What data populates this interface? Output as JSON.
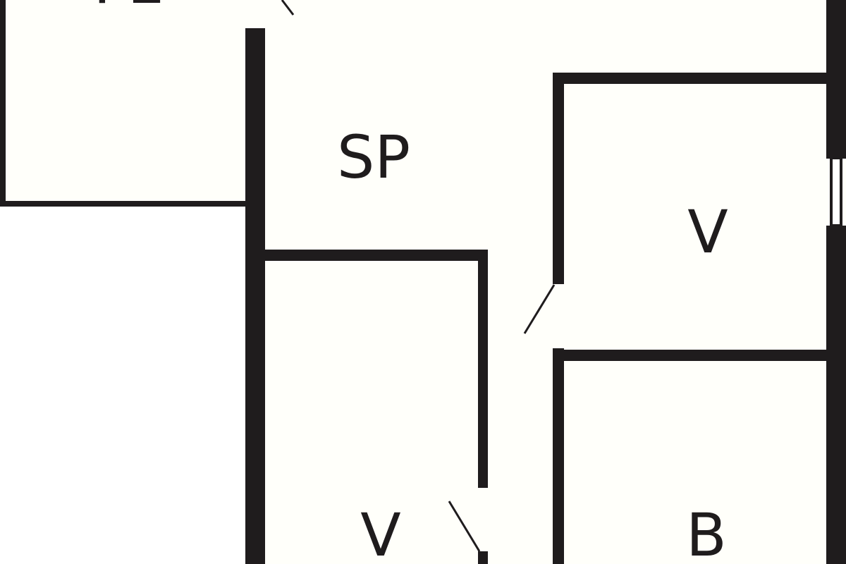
{
  "plan": {
    "colors": {
      "background": "#ffffff",
      "floor": "#fffffa",
      "wall": "#1f1c1d"
    },
    "rooms": [
      {
        "id": "top-left",
        "label": "FL"
      },
      {
        "id": "corridor",
        "label": "SP"
      },
      {
        "id": "right-upper",
        "label": "V"
      },
      {
        "id": "middle-lower",
        "label": "V"
      },
      {
        "id": "right-lower",
        "label": "B"
      }
    ]
  }
}
